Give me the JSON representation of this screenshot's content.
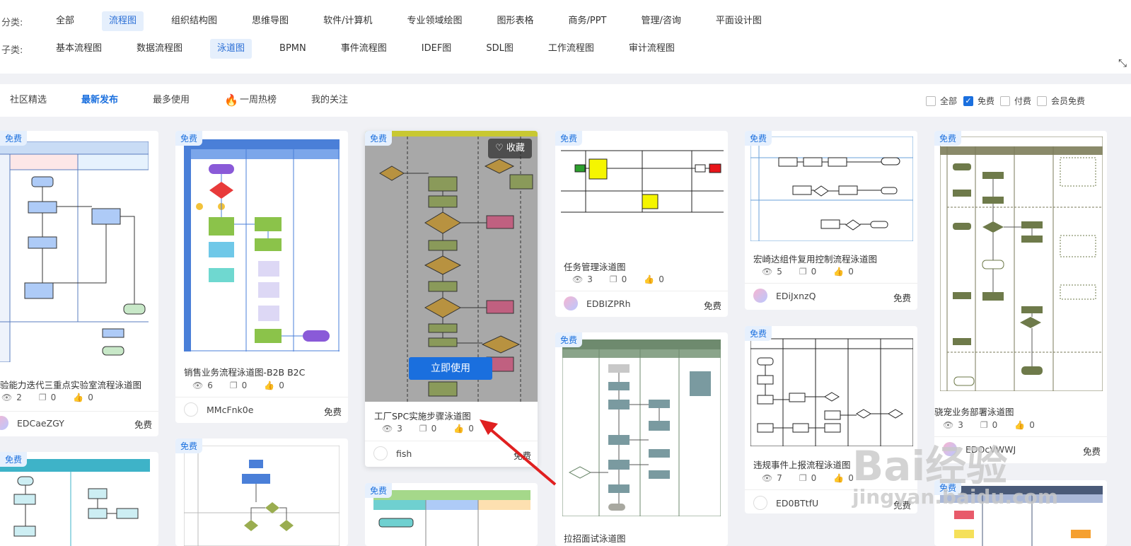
{
  "filters": {
    "category_label": "分类:",
    "categories": [
      "全部",
      "流程图",
      "组织结构图",
      "思维导图",
      "软件/计算机",
      "专业领域绘图",
      "图形表格",
      "商务/PPT",
      "管理/咨询",
      "平面设计图"
    ],
    "subcategory_label": "子类:",
    "subcategories": [
      "基本流程图",
      "数据流程图",
      "泳道图",
      "BPMN",
      "事件流程图",
      "IDEF图",
      "SDL图",
      "工作流程图",
      "审计流程图"
    ],
    "expand_icon": "expand-icon"
  },
  "tabs": [
    "社区精选",
    "最新发布",
    "最多使用",
    "一周热榜",
    "我的关注"
  ],
  "checkboxes": [
    {
      "label": "全部",
      "checked": false
    },
    {
      "label": "免费",
      "checked": true
    },
    {
      "label": "付费",
      "checked": false
    },
    {
      "label": "会员免费",
      "checked": false
    }
  ],
  "badge": "免费",
  "price": "免费",
  "hover": {
    "use_button": "立即使用",
    "fav_button": "收藏"
  },
  "cards": [
    {
      "title": "验能力迭代三重点实验室流程泳道图",
      "views": "2",
      "copies": "0",
      "likes": "0",
      "user": "EDCaeZGY",
      "price": "免费"
    },
    {
      "title": "销售业务流程泳道图-B2B B2C",
      "views": "6",
      "copies": "0",
      "likes": "0",
      "user": "MMcFnk0e",
      "price": "免费"
    },
    {
      "title": "工厂SPC实施步骤泳道图",
      "views": "3",
      "copies": "0",
      "likes": "0",
      "user": "fish",
      "price": "免费"
    },
    {
      "title": "任务管理泳道图",
      "views": "3",
      "copies": "0",
      "likes": "0",
      "user": "EDBIZPRh",
      "price": "免费"
    },
    {
      "title": "宏崎达组件复用控制流程泳道图",
      "views": "5",
      "copies": "0",
      "likes": "0",
      "user": "EDiJxnzQ",
      "price": "免费"
    },
    {
      "title": "骁宠业务部署泳道图",
      "views": "3",
      "copies": "0",
      "likes": "0",
      "user": "EDOcVWWJ",
      "price": "免费"
    },
    {
      "title": "违规事件上报流程泳道图",
      "views": "7",
      "copies": "0",
      "likes": "0",
      "user": "ED0BTtfU",
      "price": "免费"
    },
    {
      "title": "拉招面试泳道图",
      "views": "",
      "copies": "",
      "likes": "",
      "user": "",
      "price": ""
    }
  ],
  "watermark": {
    "main": "Bai经验",
    "sub": "jingyan.baidu.com"
  },
  "colors": {
    "accent": "#1a6fde",
    "badge_bg": "#e6f0fd",
    "arrow": "#e02020"
  }
}
